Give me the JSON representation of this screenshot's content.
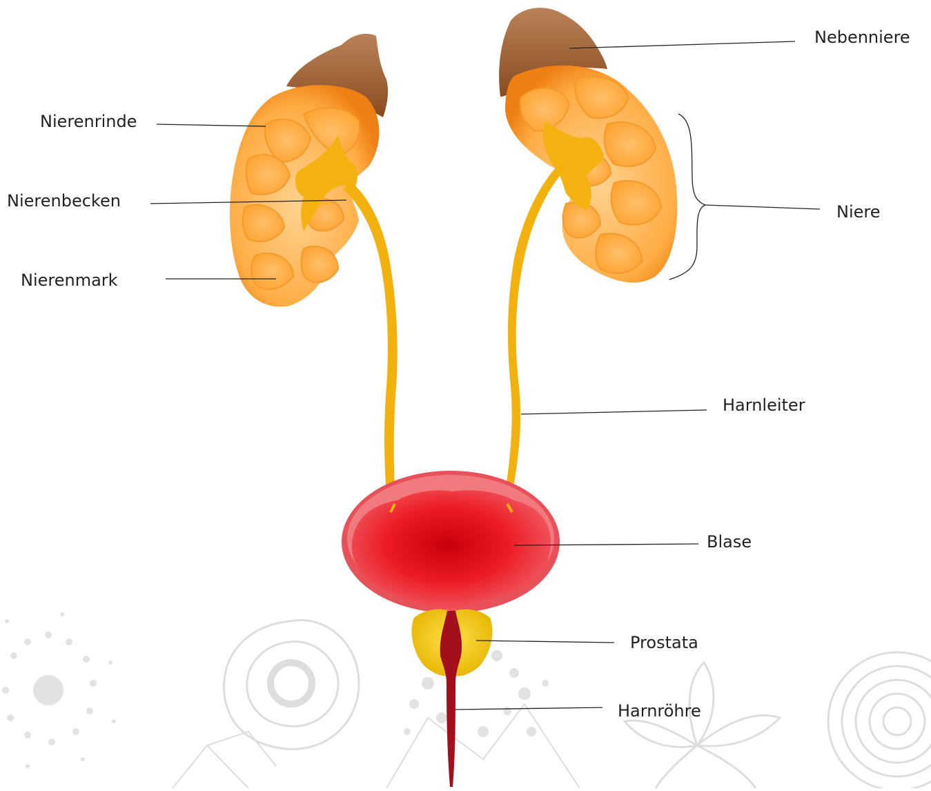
{
  "labels": {
    "nebenniere": "Nebenniere",
    "nierenrinde": "Nierenrinde",
    "nierenbecken": "Nierenbecken",
    "niere": "Niere",
    "nierenmark": "Nierenmark",
    "harnleiter": "Harnleiter",
    "blase": "Blase",
    "prostata": "Prostata",
    "harnroehre": "Harnröhre"
  },
  "colors": {
    "kidney_outer": "#f08a1c",
    "kidney_inner": "#ffc77a",
    "kidney_pyramid": "#ffa83a",
    "pelvis": "#f3b20f",
    "adrenal": "#9a5a2a",
    "bladder_outer": "#e8505a",
    "bladder_inner": "#d60f1a",
    "prostate": "#f2c40c",
    "urethra": "#a3101c",
    "leader_line": "#222222",
    "decoration": "#dcdcdc"
  }
}
